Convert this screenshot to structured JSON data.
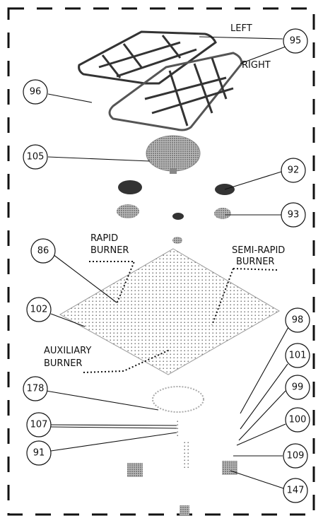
{
  "labels": {
    "left": "LEFT",
    "right": "RIGHT",
    "rapid_1": "RAPID",
    "rapid_2": "BURNER",
    "semi_1": "SEMI-RAPID",
    "semi_2": "BURNER",
    "aux_1": "AUXILIARY",
    "aux_2": "BURNER"
  },
  "callouts": [
    "95",
    "96",
    "105",
    "92",
    "93",
    "86",
    "102",
    "98",
    "101",
    "99",
    "100",
    "109",
    "178",
    "107",
    "91",
    "147"
  ]
}
